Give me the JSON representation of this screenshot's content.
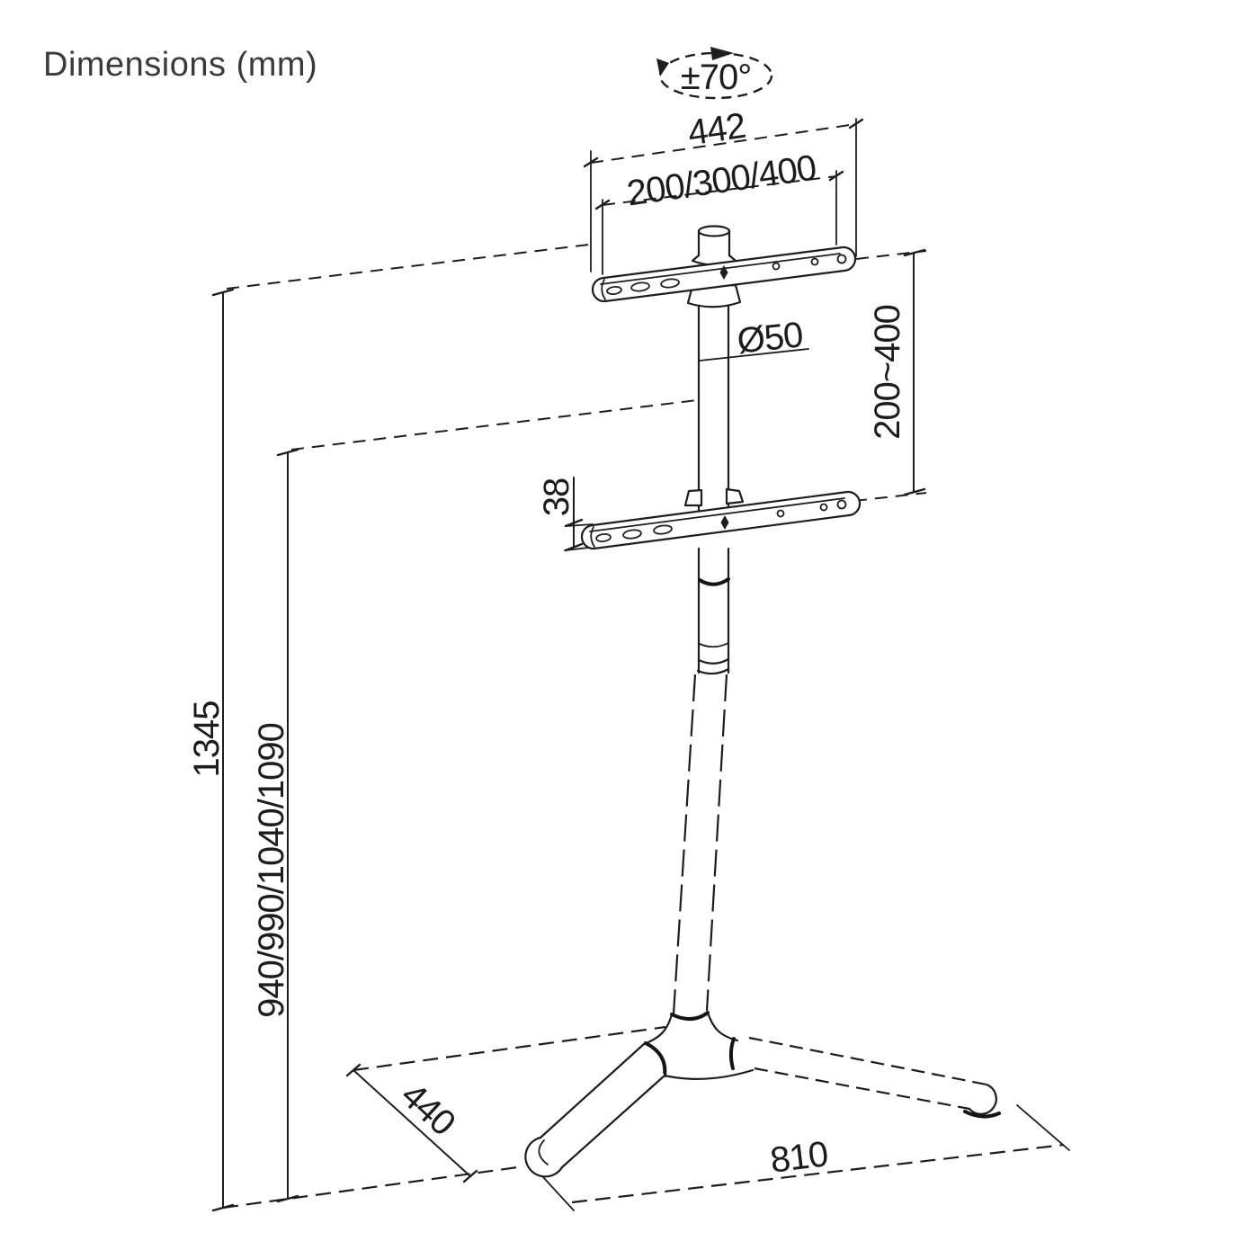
{
  "title": "Dimensions (mm)",
  "diagram": {
    "rotation_label": "±70°",
    "dims": {
      "bracket_width": "442",
      "vesa_pattern": "200/300/400",
      "pole_diameter": "Ø50",
      "vesa_height_range": "200~400",
      "bracket_thickness": "38",
      "total_height": "1345",
      "screen_center_heights": "940/990/1040/1090",
      "base_depth": "440",
      "base_width": "810"
    },
    "colors": {
      "line": "#1d1d1d",
      "background": "#ffffff",
      "title_text": "#3a3a3a"
    }
  }
}
